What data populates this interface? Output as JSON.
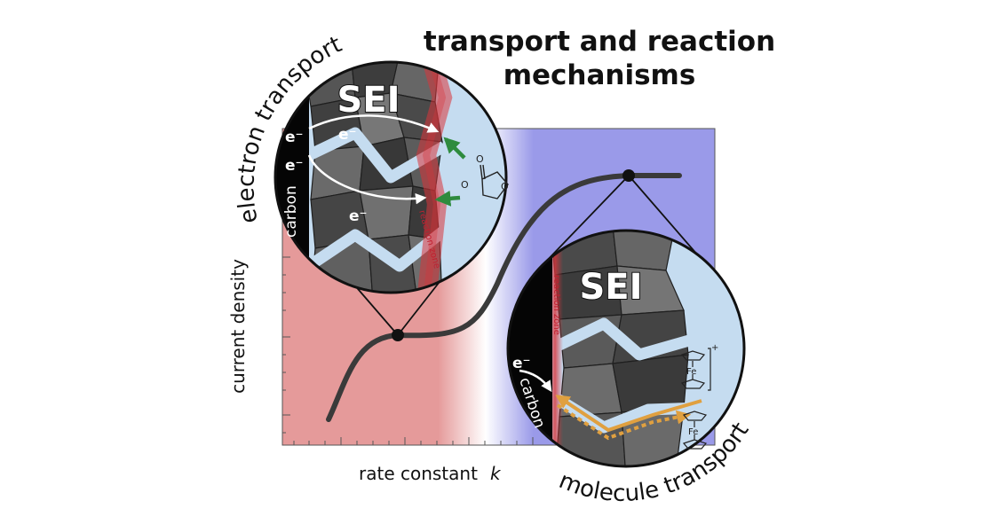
{
  "title": {
    "line1": "transport and reaction",
    "line2": "mechanisms"
  },
  "axes": {
    "xlabel": "rate constant",
    "xvar": "k",
    "ylabel": "current density"
  },
  "inset_left": {
    "arc_label": "electron transport",
    "layer_label": "SEI",
    "electrode_label": "carbon",
    "electron": "e⁻",
    "zone_label": "reaction zone"
  },
  "inset_right": {
    "arc_label": "molecule transport",
    "layer_label": "SEI",
    "electrode_label": "carbon",
    "electron": "e⁻",
    "zone_label": "reaction zone",
    "iron": "Fe",
    "charge": "+"
  },
  "colors": {
    "electron_regime": "#e59a9a",
    "molecule_regime": "#9a9ae9",
    "electrolyte": "#c5dcf0",
    "reaction_zone": "#d8343a",
    "arrow_green": "#2e8b3e",
    "arrow_orange": "#e0a040",
    "curve": "#3a3a3a"
  },
  "icons": [
    "electron-arrow-icon",
    "ethylene-carbonate-molecule-icon",
    "ferrocene-molecule-icon",
    "ferrocenium-molecule-icon"
  ]
}
